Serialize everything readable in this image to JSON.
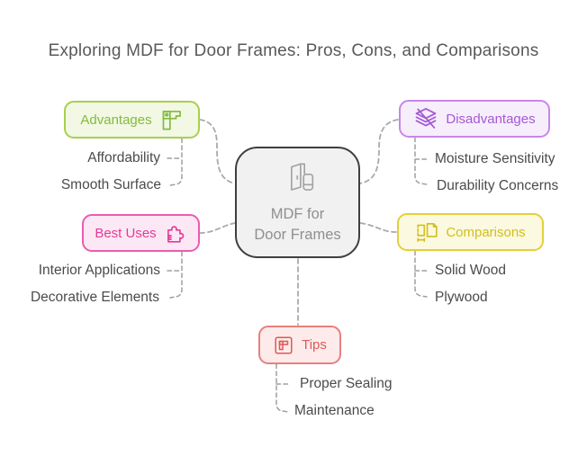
{
  "title": "Exploring MDF for Door Frames: Pros, Cons, and Comparisons",
  "center": {
    "icon": "open-door-icon",
    "label_line1": "MDF for",
    "label_line2": "Door Frames",
    "bg": "#f1f1f1",
    "border_color": "#3f3f3f",
    "text_color": "#8f8f8f"
  },
  "nodes": {
    "advantages": {
      "label": "Advantages",
      "icon": "frame-corner-icon",
      "color": "#82bb3f",
      "border": "#a9cf4f",
      "bg": "#f2f8e3",
      "items": [
        "Affordability",
        "Smooth Surface"
      ]
    },
    "disadvantages": {
      "label": "Disadvantages",
      "icon": "layers-off-icon",
      "color": "#a559d6",
      "border": "#c887e8",
      "bg": "#f7eefc",
      "items": [
        "Moisture Sensitivity",
        "Durability Concerns"
      ]
    },
    "best_uses": {
      "label": "Best Uses",
      "icon": "puzzle-icon",
      "color": "#e43a9a",
      "border": "#ea5db0",
      "bg": "#fce8f4",
      "items": [
        "Interior Applications",
        "Decorative Elements"
      ]
    },
    "comparisons": {
      "label": "Comparisons",
      "icon": "compare-panels-icon",
      "color": "#d2bf1a",
      "border": "#e3d039",
      "bg": "#fbf9e0",
      "items": [
        "Solid Wood",
        "Plywood"
      ]
    },
    "tips": {
      "label": "Tips",
      "icon": "framed-corner-icon",
      "color": "#df5858",
      "border": "#e87f7f",
      "bg": "#fcebea",
      "items": [
        "Proper Sealing",
        "Maintenance"
      ]
    }
  },
  "connector_color": "#a9a9a9"
}
